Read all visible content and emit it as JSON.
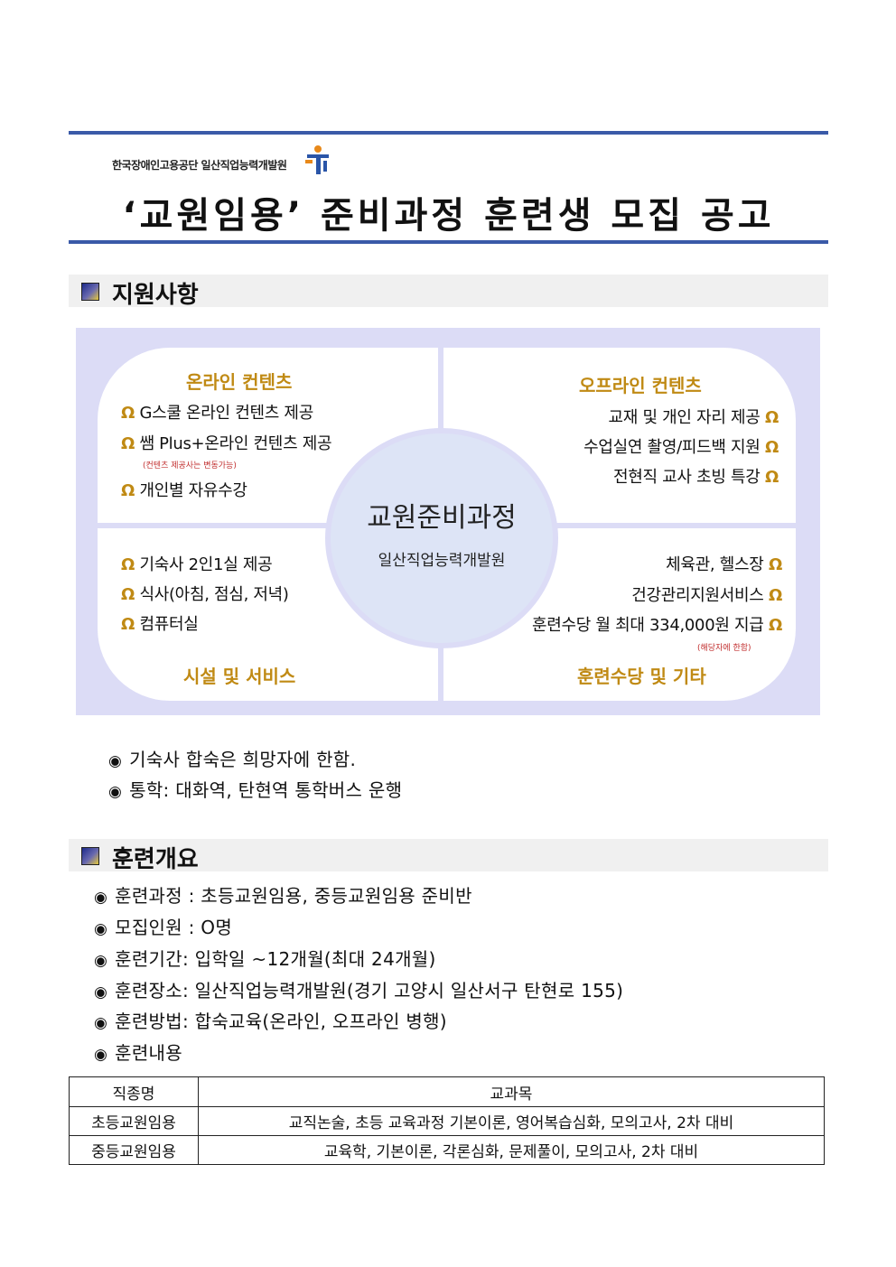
{
  "header": {
    "org": "한국장애인고용공단 일산직업능력개발원",
    "title": "‘교원임용’ 준비과정 훈련생 모집 공고"
  },
  "section1": {
    "heading": "지원사항",
    "center": {
      "title": "교원준비과정",
      "subtitle": "일산직업능력개발원"
    },
    "online": {
      "title": "온라인 컨텐츠",
      "items": [
        "G스쿨 온라인 컨텐츠 제공",
        "쌤 Plus+온라인 컨텐츠 제공",
        "개인별 자유수강"
      ],
      "note": "(컨텐츠 제공사는 변동가능)"
    },
    "offline": {
      "title": "오프라인 컨텐츠",
      "items": [
        "교재 및 개인 자리 제공",
        "수업실연 촬영/피드백 지원",
        "전현직 교사 초빙 특강"
      ]
    },
    "facility": {
      "title": "시설 및 서비스",
      "items": [
        "기숙사 2인1실 제공",
        "식사(아침, 점심, 저녁)",
        "컴퓨터실"
      ]
    },
    "allowance": {
      "title": "훈련수당 및 기타",
      "items": [
        "체육관, 헬스장",
        "건강관리지원서비스",
        "훈련수당 월 최대 334,000원 지급"
      ],
      "note": "(해당자에 한함)"
    },
    "omega": "Ω",
    "bullets": [
      "기숙사 합숙은 희망자에 한함.",
      "통학: 대화역, 탄현역 통학버스 운행"
    ]
  },
  "section2": {
    "heading": "훈련개요",
    "bullets": [
      "훈련과정 : 초등교원임용, 중등교원임용 준비반",
      "모집인원 : O명",
      "훈련기간: 입학일 ~12개월(최대 24개월)",
      "훈련장소: 일산직업능력개발원(경기 고양시 일산서구 탄현로 155)",
      "훈련방법: 합숙교육(온라인, 오프라인 병행)",
      "훈련내용"
    ],
    "table": {
      "headers": [
        "직종명",
        "교과목"
      ],
      "rows": [
        [
          "초등교원임용",
          "교직논술, 초등 교육과정 기본이론, 영어복습심화, 모의고사, 2차 대비"
        ],
        [
          "중등교원임용",
          "교육학, 기본이론, 각론심화, 문제풀이, 모의고사, 2차 대비"
        ]
      ]
    }
  },
  "bullet_mark": "◉",
  "colors": {
    "rule": "#3a5aa8",
    "accent": "#c08a14",
    "panel": "#dcdcf6"
  }
}
